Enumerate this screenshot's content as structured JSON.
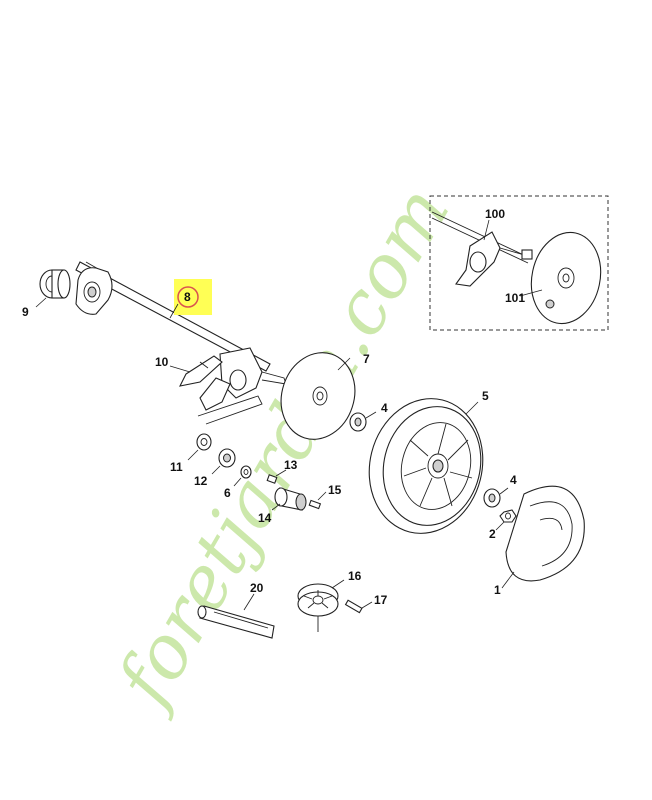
{
  "watermark": {
    "text": "foretjardin.com",
    "color_primary": "#c7e6a2",
    "color_accent": "#f5c99a",
    "color_com": "#d8d2c8"
  },
  "callout": {
    "highlight_color": "#ffff55",
    "circle_color": "#d9534f",
    "part_number": "8"
  },
  "labels": {
    "p1": "1",
    "p2": "2",
    "p4a": "4",
    "p4b": "4",
    "p5": "5",
    "p6": "6",
    "p7": "7",
    "p9": "9",
    "p10": "10",
    "p11": "11",
    "p12": "12",
    "p13": "13",
    "p14": "14",
    "p15": "15",
    "p16": "16",
    "p17": "17",
    "p20": "20",
    "p100": "100",
    "p101": "101"
  }
}
